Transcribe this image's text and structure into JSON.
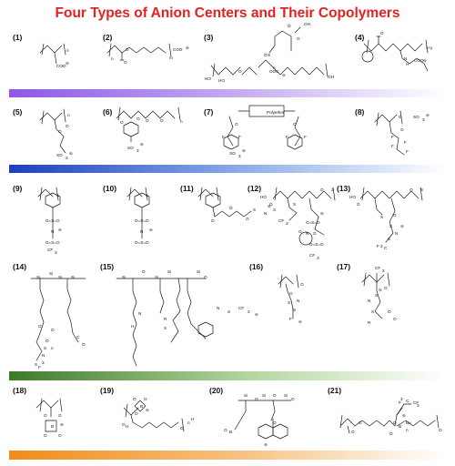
{
  "title": "Four Types of Anion Centers and Their Copolymers",
  "colors": {
    "title": "#e3211f",
    "carboxylate": "#8e44d8",
    "sulfonate": "#2b50c8",
    "sulfonimide": "#2e8b21",
    "borate": "#e89417",
    "bond": "#1a1a1a"
  },
  "compounds": [
    {
      "num": "(1)",
      "class": "carboxylate",
      "labels": [
        "n",
        "COO",
        "⊖"
      ]
    },
    {
      "num": "(2)",
      "class": "carboxylate",
      "labels": [
        "O",
        "O",
        "n",
        "m",
        "COO",
        "⊖"
      ]
    },
    {
      "num": "(3)",
      "class": "carboxylate",
      "labels": [
        "HO",
        "O",
        "O",
        "S",
        "OOC",
        "⊖",
        "n",
        "OH",
        "HO",
        "O",
        "O",
        "OH"
      ]
    },
    {
      "num": "(4)",
      "class": "carboxylate",
      "labels": [
        "O",
        "x+y",
        "N",
        "H",
        "COO",
        "⊖"
      ]
    },
    {
      "num": "(5)",
      "class": "sulfonate",
      "labels": [
        "n",
        "O",
        "O",
        "SO",
        "3",
        "⊖"
      ]
    },
    {
      "num": "(6)",
      "class": "sulfonate",
      "labels": [
        "O",
        "O",
        "O",
        "O",
        "n",
        "SO",
        "3",
        "⊖"
      ]
    },
    {
      "num": "(7)",
      "class": "sulfonate",
      "labels": [
        "Polyether",
        "O",
        "O",
        "F",
        "F",
        "F",
        "F",
        "SO",
        "3",
        "⊖"
      ]
    },
    {
      "num": "(8)",
      "class": "sulfonate",
      "labels": [
        "O",
        "O",
        "F",
        "F",
        "F",
        "F",
        "SO",
        "3",
        "⊖"
      ]
    },
    {
      "num": "(9)",
      "class": "sulfonimide",
      "labels": [
        "n",
        "O=S=O",
        "N",
        "O=S=O",
        "CF",
        "3",
        "⊖"
      ]
    },
    {
      "num": "(10)",
      "class": "sulfonimide",
      "labels": [
        "n",
        "O=S=O",
        "N",
        "O=S=O",
        "⊖"
      ]
    },
    {
      "num": "(11)",
      "class": "sulfonimide",
      "labels": [
        "O",
        "O",
        "O",
        "S",
        "N",
        "S",
        "CF",
        "3",
        "⊖"
      ]
    },
    {
      "num": "(12)",
      "class": "sulfonimide",
      "labels": [
        "HO",
        "O",
        "O",
        "S",
        "S",
        "O=S=O",
        "N",
        "O=S=O",
        "CF",
        "3",
        "O",
        "O",
        "⊖"
      ]
    },
    {
      "num": "(13)",
      "class": "sulfonimide",
      "labels": [
        "HO",
        "O",
        "O",
        "S",
        "S",
        "O",
        "S",
        "N",
        "S",
        "F",
        "3",
        "C",
        "⊖"
      ]
    },
    {
      "num": "(14)",
      "class": "sulfonimide",
      "labels": [
        "Si",
        "Si",
        "Si",
        "Si",
        "O",
        "O",
        "O",
        "S",
        "N",
        "S",
        "F",
        "3",
        "C",
        "O",
        "n",
        "⊖"
      ]
    },
    {
      "num": "(15)",
      "class": "sulfonimide",
      "labels": [
        "Si",
        "O",
        "Si",
        "Si",
        "Si",
        "O",
        "N",
        "H",
        "R",
        "S",
        "N",
        "S",
        "CF",
        "3",
        "⊖"
      ]
    },
    {
      "num": "(16)",
      "class": "sulfonimide",
      "labels": [
        "O",
        "O",
        "S",
        "N",
        "S",
        "F",
        "⊖"
      ]
    },
    {
      "num": "(17)",
      "class": "sulfonimide",
      "labels": [
        "CF",
        "3",
        "O",
        "S",
        "N",
        "S",
        "R",
        "O",
        "O",
        "⊖"
      ]
    },
    {
      "num": "(18)",
      "class": "borate",
      "labels": [
        "O",
        "B",
        "O",
        "O",
        "O",
        "⊖"
      ]
    },
    {
      "num": "(19)",
      "class": "borate",
      "labels": [
        "O",
        "O",
        "B",
        "O",
        "O",
        "H",
        "O",
        "n",
        "H",
        "⊖"
      ]
    },
    {
      "num": "(20)",
      "class": "borate",
      "labels": [
        "Si",
        "O",
        "Si",
        "O",
        "Si",
        "O",
        "B",
        "O",
        "O",
        "⊖"
      ]
    },
    {
      "num": "(21)",
      "class": "borate",
      "labels": [
        "O",
        "O",
        "F",
        "3",
        "C",
        "CF",
        "3",
        "O",
        "B",
        "O",
        "Bu",
        "O",
        "n",
        "⊖"
      ]
    }
  ]
}
